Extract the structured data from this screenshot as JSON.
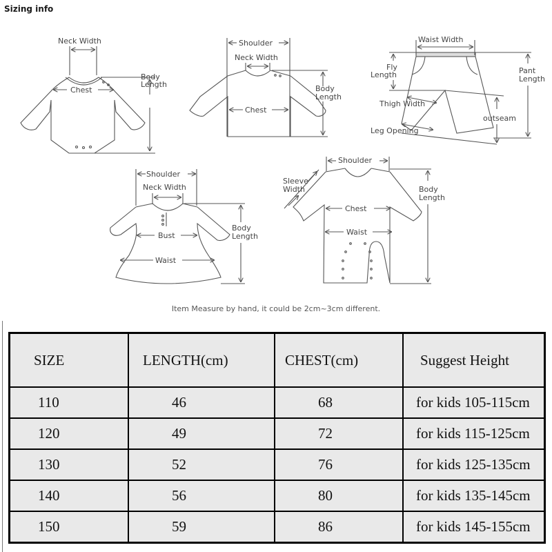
{
  "header": {
    "title": "Sizing info"
  },
  "diagrams": {
    "bodysuit": {
      "neck_width": "Neck Width",
      "chest": "Chest",
      "body_length_1": "Body",
      "body_length_2": "Length"
    },
    "top": {
      "shoulder": "Shoulder",
      "neck_width": "Neck Width",
      "chest": "Chest",
      "body_length_1": "Body",
      "body_length_2": "Length"
    },
    "pants": {
      "waist_width": "Waist Width",
      "fly_length_1": "Fly",
      "fly_length_2": "Length",
      "pant_length_1": "Pant",
      "pant_length_2": "Length",
      "thigh_width": "Thigh Width",
      "outseam": "outseam",
      "leg_opening": "Leg Opening"
    },
    "dress": {
      "shoulder": "Shoulder",
      "neck_width": "Neck Width",
      "bust": "Bust",
      "waist": "Waist",
      "body_length_1": "Body",
      "body_length_2": "Length"
    },
    "romper": {
      "shoulder": "Shoulder",
      "sleeve_width_1": "Sleeve",
      "sleeve_width_2": "Width",
      "chest": "Chest",
      "waist": "Waist",
      "body_length_1": "Body",
      "body_length_2": "Length"
    }
  },
  "note": "Item Measure by hand, it could be 2cm~3cm different.",
  "table": {
    "headers": [
      "SIZE",
      "LENGTH(cm)",
      "CHEST(cm)",
      "Suggest Height"
    ],
    "rows": [
      [
        "110",
        "46",
        "68",
        "for kids 105-115cm"
      ],
      [
        "120",
        "49",
        "72",
        "for kids 115-125cm"
      ],
      [
        "130",
        "52",
        "76",
        "for kids 125-135cm"
      ],
      [
        "140",
        "56",
        "80",
        "for kids 135-145cm"
      ],
      [
        "150",
        "59",
        "86",
        "for kids 145-155cm"
      ]
    ]
  }
}
